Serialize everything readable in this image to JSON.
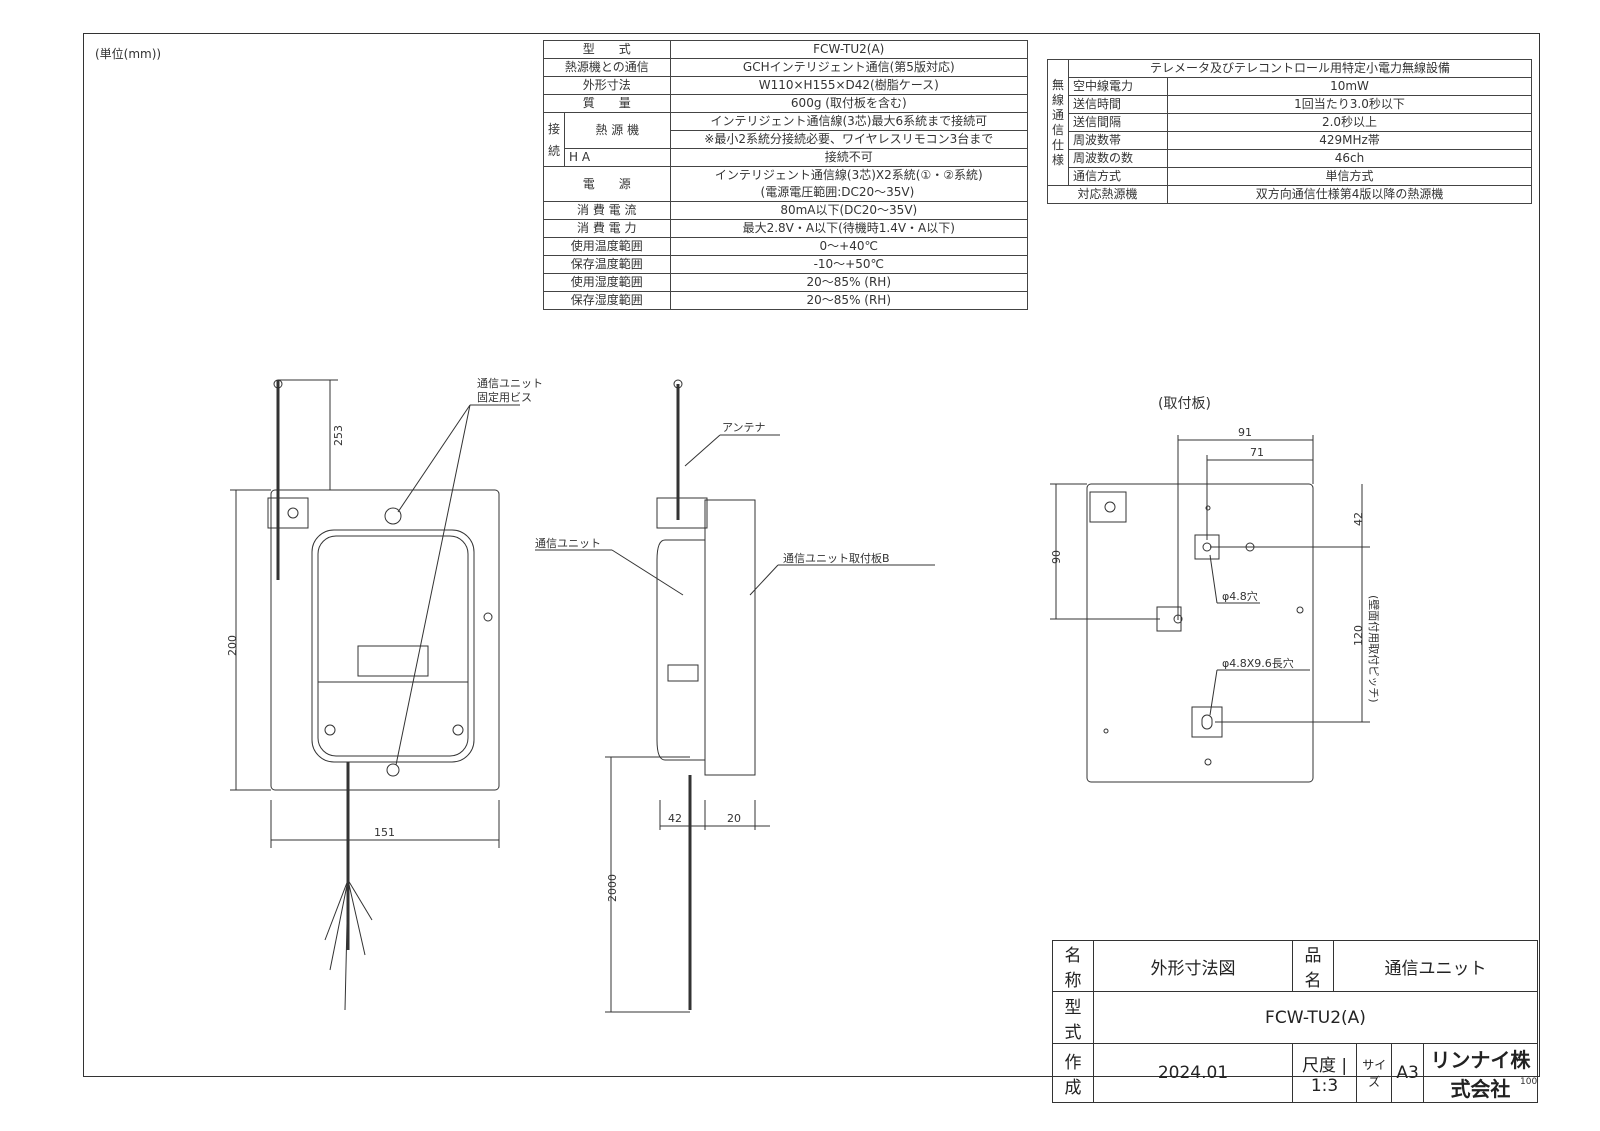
{
  "unit_note": "(単位(mm))",
  "spec_table": {
    "rows": [
      {
        "label": "型　　式",
        "value": "FCW-TU2(A)"
      },
      {
        "label": "熱源機との通信",
        "value": "GCHインテリジェント通信(第5版対応)"
      },
      {
        "label": "外形寸法",
        "value": "W110×H155×D42(樹脂ケース)"
      },
      {
        "label": "質　　量",
        "value": "600g (取付板を含む)"
      }
    ],
    "connection_group": "接続",
    "conn_heat_label": "熱 源 機",
    "conn_heat_value1": "インテリジェント通信線(3芯)最大6系統まで接続可",
    "conn_heat_value2": "※最小2系統分接続必要、ワイヤレスリモコン3台まで",
    "conn_ha_label": "H A",
    "conn_ha_value": "接続不可",
    "power_label": "電　　源",
    "power_value1": "インテリジェント通信線(3芯)X2系統(①・②系統)",
    "power_value2": "(電源電圧範囲:DC20〜35V)",
    "rows2": [
      {
        "label": "消 費 電 流",
        "value": "80mA以下(DC20〜35V)"
      },
      {
        "label": "消 費 電 力",
        "value": "最大2.8V・A以下(待機時1.4V・A以下)"
      },
      {
        "label": "使用温度範囲",
        "value": "0〜+40℃"
      },
      {
        "label": "保存温度範囲",
        "value": "-10〜+50℃"
      },
      {
        "label": "使用湿度範囲",
        "value": "20〜85% (RH)"
      },
      {
        "label": "保存湿度範囲",
        "value": "20〜85% (RH)"
      }
    ]
  },
  "wireless_table": {
    "group": "無線通信仕様",
    "header": "テレメータ及びテレコントロール用特定小電力無線設備",
    "rows": [
      {
        "label": "空中線電力",
        "value": "10mW"
      },
      {
        "label": "送信時間",
        "value": "1回当たり3.0秒以下"
      },
      {
        "label": "送信間隔",
        "value": "2.0秒以上"
      },
      {
        "label": "周波数帯",
        "value": "429MHz帯"
      },
      {
        "label": "周波数の数",
        "value": "46ch"
      },
      {
        "label": "通信方式",
        "value": "単信方式"
      }
    ],
    "compat_label": "対応熱源機",
    "compat_value": "双方向通信仕様第4版以降の熱源機"
  },
  "front_view": {
    "screw_label1": "通信ユニット",
    "screw_label2": "固定用ビス",
    "dim_antenna": "253",
    "dim_height": "200",
    "dim_width": "151"
  },
  "side_view": {
    "antenna_label": "アンテナ",
    "unit_label": "通信ユニット",
    "plate_label": "通信ユニット取付板B",
    "dim_depth1": "42",
    "dim_depth2": "20",
    "dim_cable": "2000"
  },
  "plate_view": {
    "title": "(取付板)",
    "dim_91": "91",
    "dim_71": "71",
    "dim_90": "90",
    "dim_42": "42",
    "dim_120": "120",
    "hole_label": "φ4.8穴",
    "slot_label": "φ4.8X9.6長穴",
    "pitch_label": "(壁面付用取付ピッチ)"
  },
  "title_block": {
    "name_label": "名称",
    "name_value": "外形寸法図",
    "product_label": "品名",
    "product_value": "通信ユニット",
    "model_label": "型式",
    "model_value": "FCW-TU2(A)",
    "made_label": "作成",
    "made_value": "2024.01",
    "scale_label": "尺度",
    "scale_value": "1:3",
    "size_label": "サイズ",
    "size_value": "A3",
    "company": "リンナイ株式会社"
  },
  "page_number": "100"
}
